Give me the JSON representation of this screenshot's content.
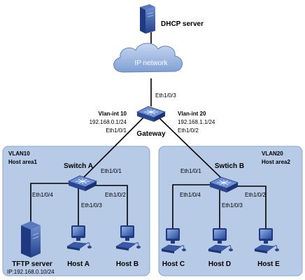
{
  "nodes": {
    "dhcp_server": {
      "label": "DHCP server"
    },
    "ip_network": {
      "label": "IP network"
    },
    "gateway": {
      "label": "Gateway",
      "port_up": "Eth1/0/3",
      "vlan_left": {
        "name": "Vlan-int 10",
        "ip": "192.168.0.1/24",
        "port": "Eth1/0/1"
      },
      "vlan_right": {
        "name": "Vlan-int 20",
        "ip": "192.168.1.1/24",
        "port": "Eth1/0/2"
      }
    },
    "switch_a": {
      "label": "Switch A",
      "port_up": "Eth1/0/1",
      "port_left": "Eth1/0/4",
      "port_mid": "Eth1/0/3",
      "port_right": "Eth1/0/2"
    },
    "switch_b": {
      "label": "Swtich B",
      "port_up": "Eth1/0/1",
      "port_left": "Eth1/0/4",
      "port_mid": "Eth1/0/3",
      "port_right": "Eth1/0/2"
    },
    "tftp_server": {
      "label": "TFTP server",
      "ip": "IP:192.168.0.10/24"
    },
    "host_a": {
      "label": "Host A"
    },
    "host_b": {
      "label": "Host B"
    },
    "host_c": {
      "label": "Host C"
    },
    "host_d": {
      "label": "Host D"
    },
    "host_e": {
      "label": "Host E"
    }
  },
  "areas": {
    "left": {
      "vlan": "VLAN10",
      "name": "Host area1"
    },
    "right": {
      "vlan": "VLAN20",
      "name": "Host area2"
    }
  },
  "colors": {
    "area_fill": "#b7cbe6",
    "area_stroke": "#8aa6cc",
    "device_blue": "#2f4f9e",
    "cloud_fill": "#9db7e0"
  }
}
